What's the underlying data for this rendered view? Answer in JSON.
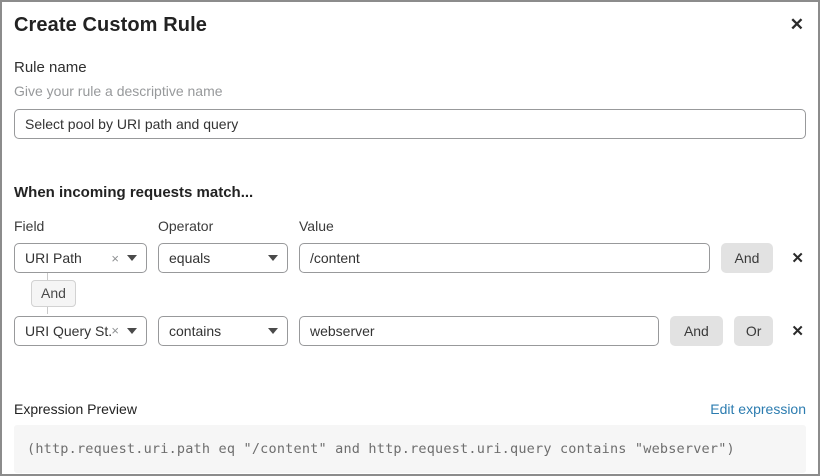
{
  "dialog": {
    "title": "Create Custom Rule"
  },
  "icons": {
    "close": "✕",
    "remove_row": "✕",
    "clear_selection": "×",
    "dropdown_caret": "chevron-down"
  },
  "rule_name": {
    "label": "Rule name",
    "helper": "Give your rule a descriptive name",
    "value": "Select pool by URI path and query"
  },
  "match": {
    "heading": "When incoming requests match...",
    "column_labels": {
      "field": "Field",
      "operator": "Operator",
      "value": "Value"
    },
    "connector_label": "And",
    "rows": [
      {
        "field": "URI Path",
        "operator": "equals",
        "value": "/content",
        "buttons": {
          "and": "And"
        }
      },
      {
        "field": "URI Query St...",
        "operator": "contains",
        "value": "webserver",
        "buttons": {
          "and": "And",
          "or": "Or"
        }
      }
    ]
  },
  "expression": {
    "label": "Expression Preview",
    "edit_link": "Edit expression",
    "code": "(http.request.uri.path eq \"/content\" and http.request.uri.query contains \"webserver\")"
  },
  "colors": {
    "link_blue": "#2c7cb0",
    "button_gray": "#e2e2e2",
    "code_background": "#f6f6f6",
    "border_gray": "#98999b"
  }
}
